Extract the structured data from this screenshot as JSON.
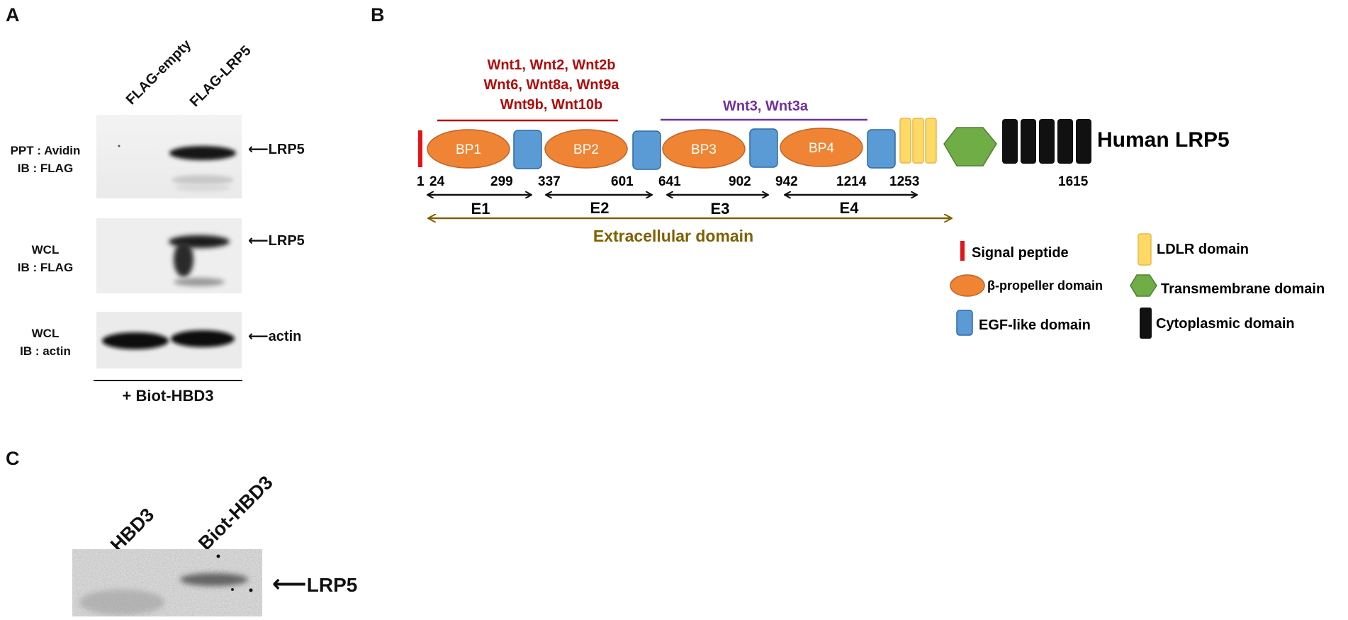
{
  "panels": {
    "a": "A",
    "b": "B",
    "c": "C"
  },
  "panel_a": {
    "lanes": [
      "FLAG-empty",
      "FLAG-LRP5"
    ],
    "blots": [
      {
        "label_line1": "PPT : Avidin",
        "label_line2": "IB : FLAG",
        "target": "LRP5"
      },
      {
        "label_line1": "WCL",
        "label_line2": "IB : FLAG",
        "target": "LRP5"
      },
      {
        "label_line1": "WCL",
        "label_line2": "IB : actin",
        "target": "actin"
      }
    ],
    "treatment": "+ Biot-HBD3"
  },
  "panel_b": {
    "protein_name": "Human LRP5",
    "wnt_group_red": {
      "lines": [
        "Wnt1, Wnt2, Wnt2b",
        "Wnt6, Wnt8a, Wnt9a",
        "Wnt9b, Wnt10b"
      ],
      "color": "#b00b0b"
    },
    "wnt_group_purple": {
      "lines": [
        "Wnt3, Wnt3a"
      ],
      "color": "#7030a0"
    },
    "propellers": [
      "BP1",
      "BP2",
      "BP3",
      "BP4"
    ],
    "positions": [
      "1",
      "24",
      "299",
      "337",
      "601",
      "641",
      "902",
      "942",
      "1214",
      "1253",
      "1615"
    ],
    "regions": [
      "E1",
      "E2",
      "E3",
      "E4"
    ],
    "extracellular_label": "Extracellular domain",
    "legend": {
      "signal_peptide": "Signal peptide",
      "beta_propeller": "β-propeller domain",
      "egf_like": "EGF-like domain",
      "ldlr": "LDLR domain",
      "transmembrane": "Transmembrane domain",
      "cytoplasmic": "Cytoplasmic domain"
    },
    "colors": {
      "signal": "#e3151a",
      "propeller": "#ef8534",
      "egf": "#5b9bd5",
      "ldlr": "#ffd966",
      "transmembrane": "#70ad47",
      "cytoplasmic": "#111111",
      "extracellular": "#7f6000"
    }
  },
  "panel_c": {
    "lanes": [
      "HBD3",
      "Biot-HBD3"
    ],
    "target": "LRP5"
  }
}
